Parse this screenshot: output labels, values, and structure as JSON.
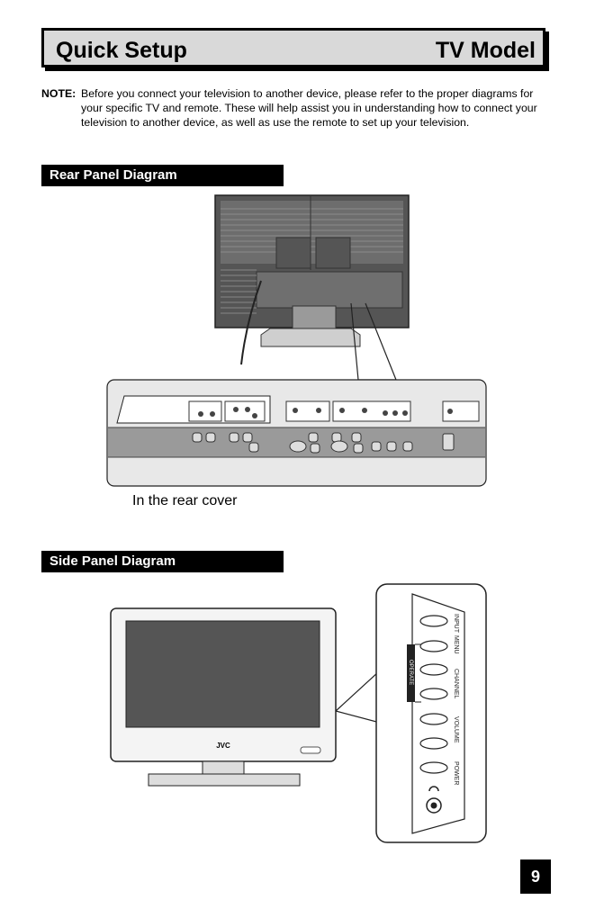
{
  "header": {
    "title": "Quick Setup",
    "model": "TV Model"
  },
  "note": {
    "label": "NOTE:",
    "text": "Before you connect your television to another device, please refer to the proper diagrams for your specific TV and remote. These will help assist you in understanding how to connect your television to another device, as well as use the remote to set up your television."
  },
  "rear_section": {
    "title": "Rear Panel Diagram",
    "caption": "In the rear cover"
  },
  "side_section": {
    "title": "Side Panel Diagram"
  },
  "tv": {
    "brand": "JVC"
  },
  "side_buttons": {
    "input": "INPUT",
    "menu": "MENU",
    "channel": "CHANNEL",
    "volume": "VOLUME",
    "power": "POWER",
    "operate": "OPERATE"
  },
  "page_number": "9"
}
